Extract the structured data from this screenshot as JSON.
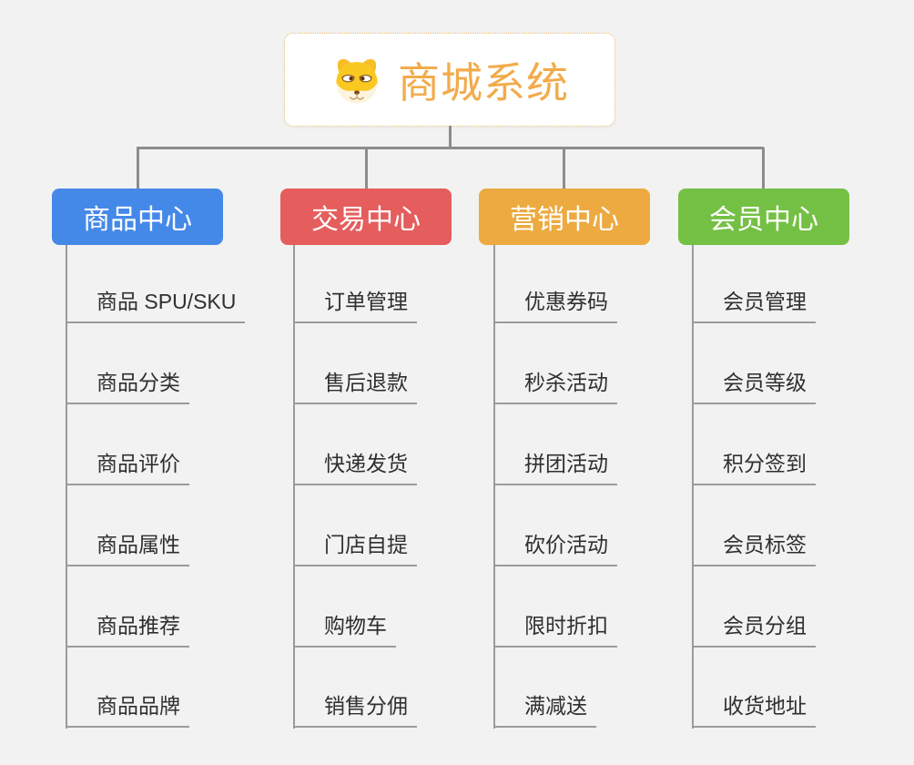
{
  "canvas": {
    "background_color": "#f2f2f2",
    "connector_color": "#8d8d8d"
  },
  "root": {
    "title": "商城系统",
    "icon": "shiba-dog-icon",
    "text_color": "#f2ab4b",
    "border_color": "#f0bb6a"
  },
  "branches": [
    {
      "label": "商品中心",
      "color": "#4589e8",
      "items": [
        "商品 SPU/SKU",
        "商品分类",
        "商品评价",
        "商品属性",
        "商品推荐",
        "商品品牌"
      ]
    },
    {
      "label": "交易中心",
      "color": "#e55d5d",
      "items": [
        "订单管理",
        "售后退款",
        "快递发货",
        "门店自提",
        "购物车",
        "销售分佣"
      ]
    },
    {
      "label": "营销中心",
      "color": "#ecaa40",
      "items": [
        "优惠券码",
        "秒杀活动",
        "拼团活动",
        "砍价活动",
        "限时折扣",
        "满减送"
      ]
    },
    {
      "label": "会员中心",
      "color": "#74c044",
      "items": [
        "会员管理",
        "会员等级",
        "积分签到",
        "会员标签",
        "会员分组",
        "收货地址"
      ]
    }
  ]
}
